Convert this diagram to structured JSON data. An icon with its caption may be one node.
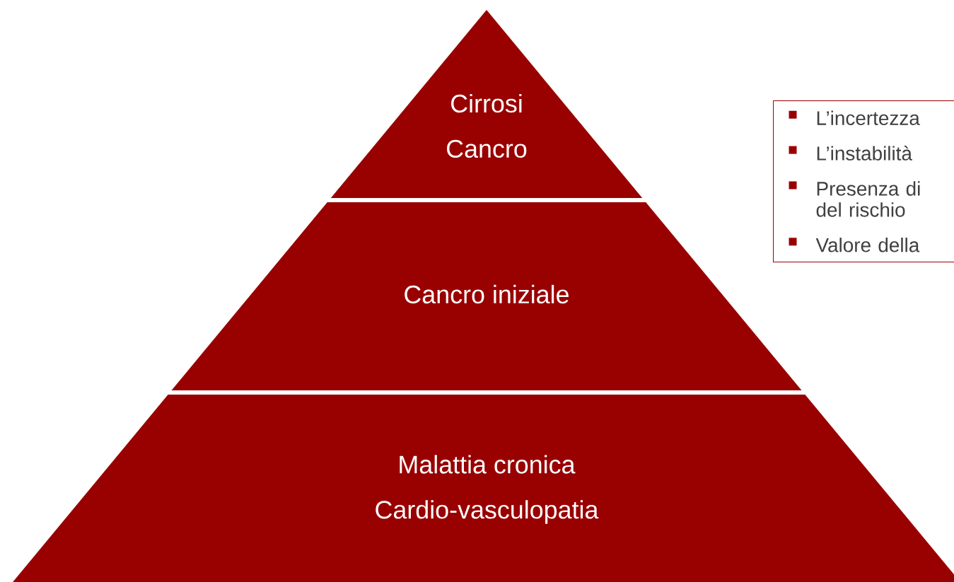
{
  "diagram": {
    "nodes": [
      {
        "text": [
          "Cirrosi",
          "Cancro"
        ]
      },
      {
        "text": [
          "Cancro iniziale"
        ]
      },
      {
        "text": [
          "Malattia cronica",
          "Cardio-vasculopatia"
        ]
      },
      {
        "text": [
          "L’incertezza",
          "L’instabilità",
          "Presenza di del rischio",
          "Valore della"
        ]
      }
    ],
    "edges": []
  }
}
